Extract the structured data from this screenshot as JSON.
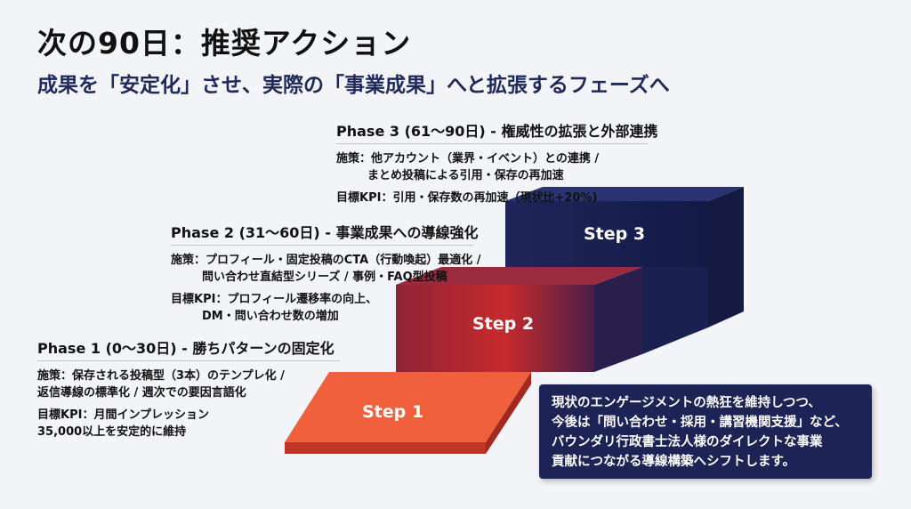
{
  "header": {
    "title": "次の90日：推奨アクション",
    "subtitle": "成果を「安定化」させ、実際の「事業成果」へと拡張するフェーズへ"
  },
  "phases": [
    {
      "title": "Phase 1 (0〜30日) - 勝ちパターンの固定化",
      "measure_lines": [
        "施策：保存される投稿型（3本）のテンプレ化 /",
        "返信導線の標準化 / 週次での要因言語化"
      ],
      "kpi_lines": [
        "目標KPI：月間インプレッション",
        "35,000以上を安定的に維持"
      ]
    },
    {
      "title": "Phase 2 (31〜60日) - 事業成果への導線強化",
      "measure_lines": [
        "施策：プロフィール・固定投稿のCTA（行動喚起）最適化 /",
        "問い合わせ直結型シリーズ / 事例・FAQ型投稿"
      ],
      "kpi_lines": [
        "目標KPI：プロフィール遷移率の向上、",
        "DM・問い合わせ数の増加"
      ]
    },
    {
      "title": "Phase 3 (61〜90日) - 権威性の拡張と外部連携",
      "measure_lines": [
        "施策：他アカウント（業界・イベント）との連携 /",
        "まとめ投稿による引用・保存の再加速"
      ],
      "kpi_lines": [
        "目標KPI：引用・保存数の再加速（現状比+20%)"
      ]
    }
  ],
  "steps": [
    {
      "label": "Step 1",
      "color": "#e8452a"
    },
    {
      "label": "Step 2",
      "color": "#a8263a"
    },
    {
      "label": "Step 3",
      "color": "#1d2455"
    }
  ],
  "callout": {
    "lines": [
      "現状のエンゲージメントの熱狂を維持しつつ、",
      "今後は「問い合わせ・採用・講習機関支援」など、",
      "バウンダリ行政書士法人様のダイレクトな事業",
      "貢献につながる導線構築へシフトします。"
    ]
  }
}
